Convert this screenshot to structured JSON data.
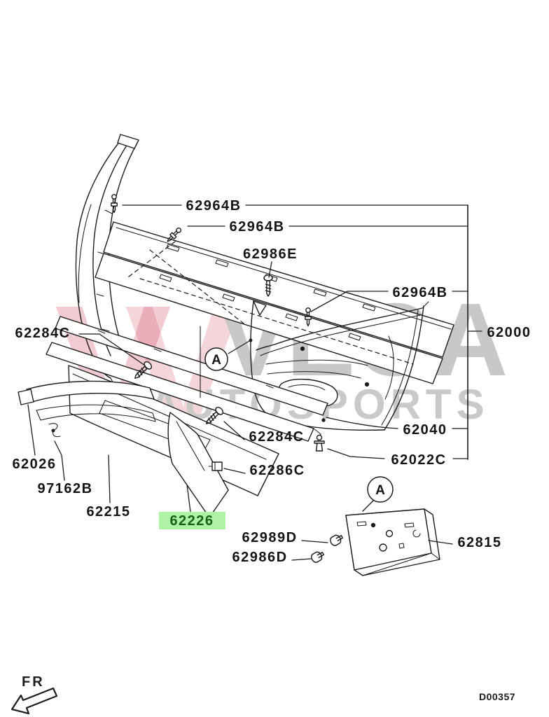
{
  "diagram": {
    "code": "D00357",
    "orientation": "FR",
    "view_marker": "A",
    "highlight_color": "#aef2a4",
    "highlight_text_color": "#176117",
    "labels": {
      "bolt_upper_left": "62964B",
      "rivet_upper": "62964B",
      "screw_grille_upper": "62986E",
      "pin_bumper_top": "62964B",
      "bumper_assembly": "62000",
      "screw_grille_left": "62284C",
      "bumper_face": "62040",
      "clip_lower_right": "62022C",
      "screw_grille_center": "62284C",
      "clip_grille_center": "62286C",
      "molding_left": "62026",
      "clip_molding": "97162B",
      "grille_lower": "62215",
      "garnish_lower": "62226",
      "bolt_plate_upper": "62989D",
      "bolt_plate_lower": "62986D",
      "license_plate_bracket": "62815"
    }
  },
  "watermark": {
    "logo_letter": "V",
    "word_top": "VEGA",
    "word_bottom": "AUTOSPORTS",
    "logo_color": "#d4576a",
    "text_color": "#c8c8c8"
  }
}
